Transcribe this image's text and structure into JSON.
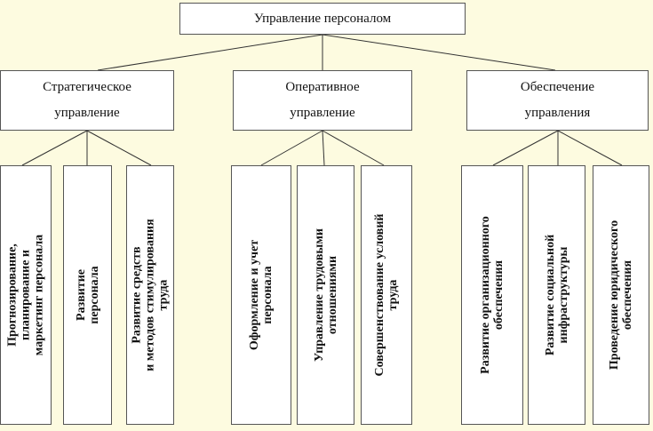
{
  "root": {
    "label": "Управление персоналом"
  },
  "branches": [
    {
      "line1": "Стратегическое",
      "line2": "управление",
      "leaves": [
        "Прогнозирование,\nпланирование и\nмаркетинг персонала",
        "Развитие\nперсонала",
        "Развитие средств\nи методов стимулирования\nтруда"
      ]
    },
    {
      "line1": "Оперативное",
      "line2": "управление",
      "leaves": [
        "Оформление и учет\nперсонала",
        "Управление трудовыми\nотношениями",
        "Совершенствование условий\nтруда"
      ]
    },
    {
      "line1": "Обеспечение",
      "line2": "управления",
      "leaves": [
        "Развитие организационного\nобеспечения",
        "Развитие социальной\nинфраструктуры",
        "Проведение юридического\nобеспечения"
      ]
    }
  ]
}
